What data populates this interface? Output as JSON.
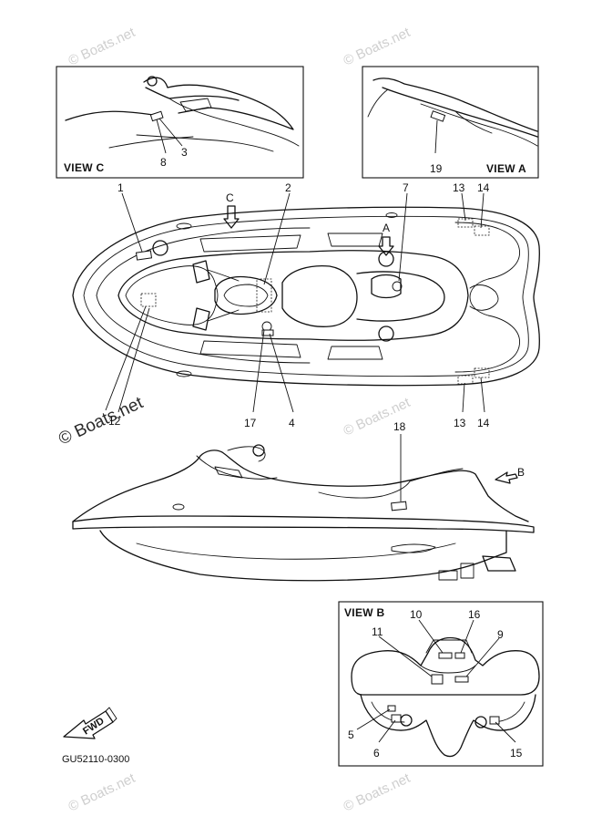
{
  "watermarks": {
    "site": "© Boats.net",
    "site_main": "© Boats.net"
  },
  "views": {
    "view_c": "VIEW C",
    "view_a": "VIEW A",
    "view_b": "VIEW B"
  },
  "arrows": {
    "a": "A",
    "b": "B",
    "c": "C",
    "fwd": "FWD"
  },
  "callouts": {
    "n1": "1",
    "n2": "2",
    "n3": "3",
    "n4": "4",
    "n5": "5",
    "n6": "6",
    "n7": "7",
    "n8": "8",
    "n9": "9",
    "n10": "10",
    "n11": "11",
    "n12": "12",
    "n13": "13",
    "n14": "14",
    "n15": "15",
    "n16": "16",
    "n17": "17",
    "n18": "18",
    "n19": "19"
  },
  "diagram_code": "GU52110-0300"
}
